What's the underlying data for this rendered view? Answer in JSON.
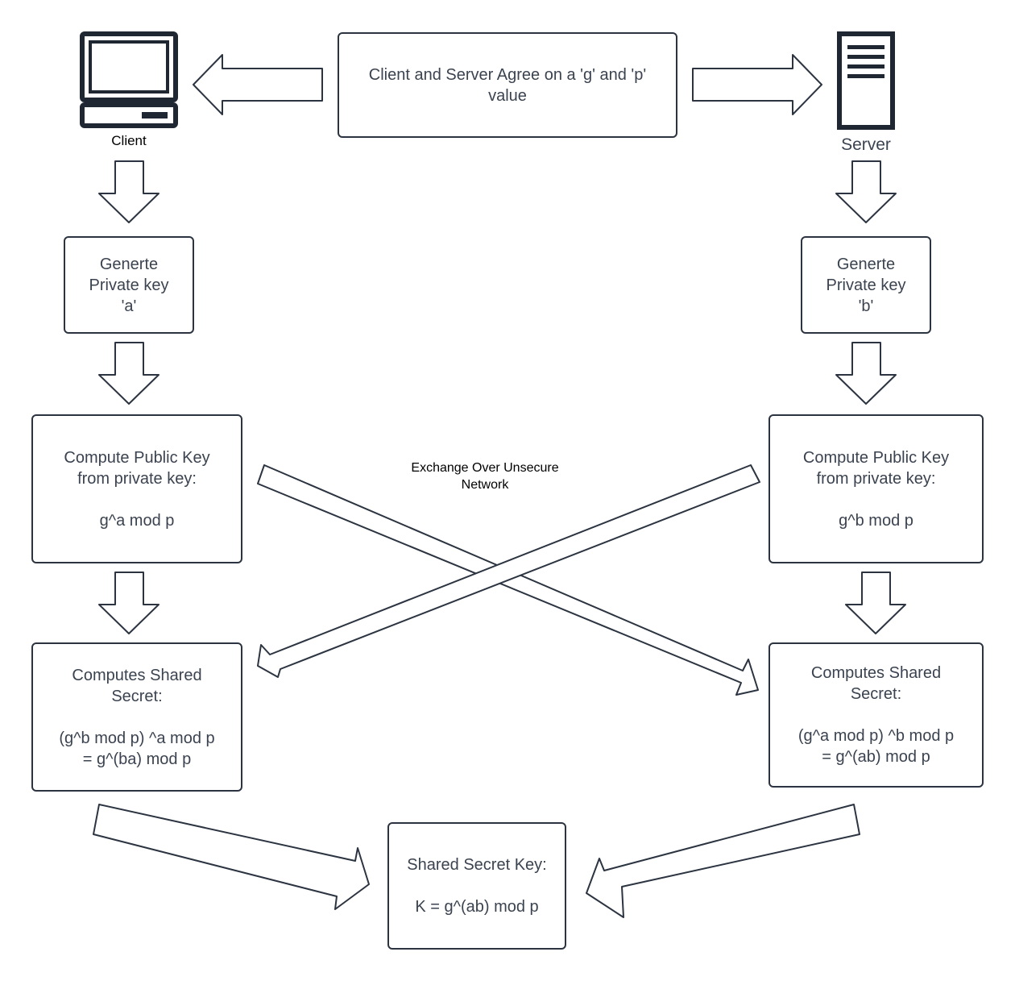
{
  "colors": {
    "stroke": "#2b3440",
    "text": "#3b4350",
    "icon": "#1f2733",
    "background": "#ffffff"
  },
  "agree_box": {
    "lines": [
      "Client and Server Agree on a 'g' and 'p'",
      "value"
    ]
  },
  "client": {
    "icon": "computer-icon",
    "label": "Client"
  },
  "server": {
    "icon": "server-icon",
    "label": "Server"
  },
  "client_private_key": {
    "lines": [
      "Generte",
      "Private key",
      "'a'"
    ]
  },
  "server_private_key": {
    "lines": [
      "Generte",
      "Private key",
      "'b'"
    ]
  },
  "client_public_key": {
    "lines": [
      "Compute Public Key",
      "from private key:",
      "",
      "g^a mod p"
    ]
  },
  "server_public_key": {
    "lines": [
      "Compute Public Key",
      "from private key:",
      "",
      "g^b mod p"
    ]
  },
  "client_shared_secret": {
    "lines": [
      "Computes Shared",
      "Secret:",
      "",
      "(g^b mod p) ^a mod p",
      "= g^(ba) mod p"
    ]
  },
  "server_shared_secret": {
    "lines": [
      "Computes Shared",
      "Secret:",
      "",
      "(g^a mod p) ^b mod p",
      "= g^(ab) mod p"
    ]
  },
  "exchange_label": {
    "lines": [
      "Exchange Over Unsecure",
      "Network"
    ]
  },
  "shared_key": {
    "lines": [
      "Shared Secret Key:",
      "",
      "K = g^(ab) mod p"
    ]
  }
}
